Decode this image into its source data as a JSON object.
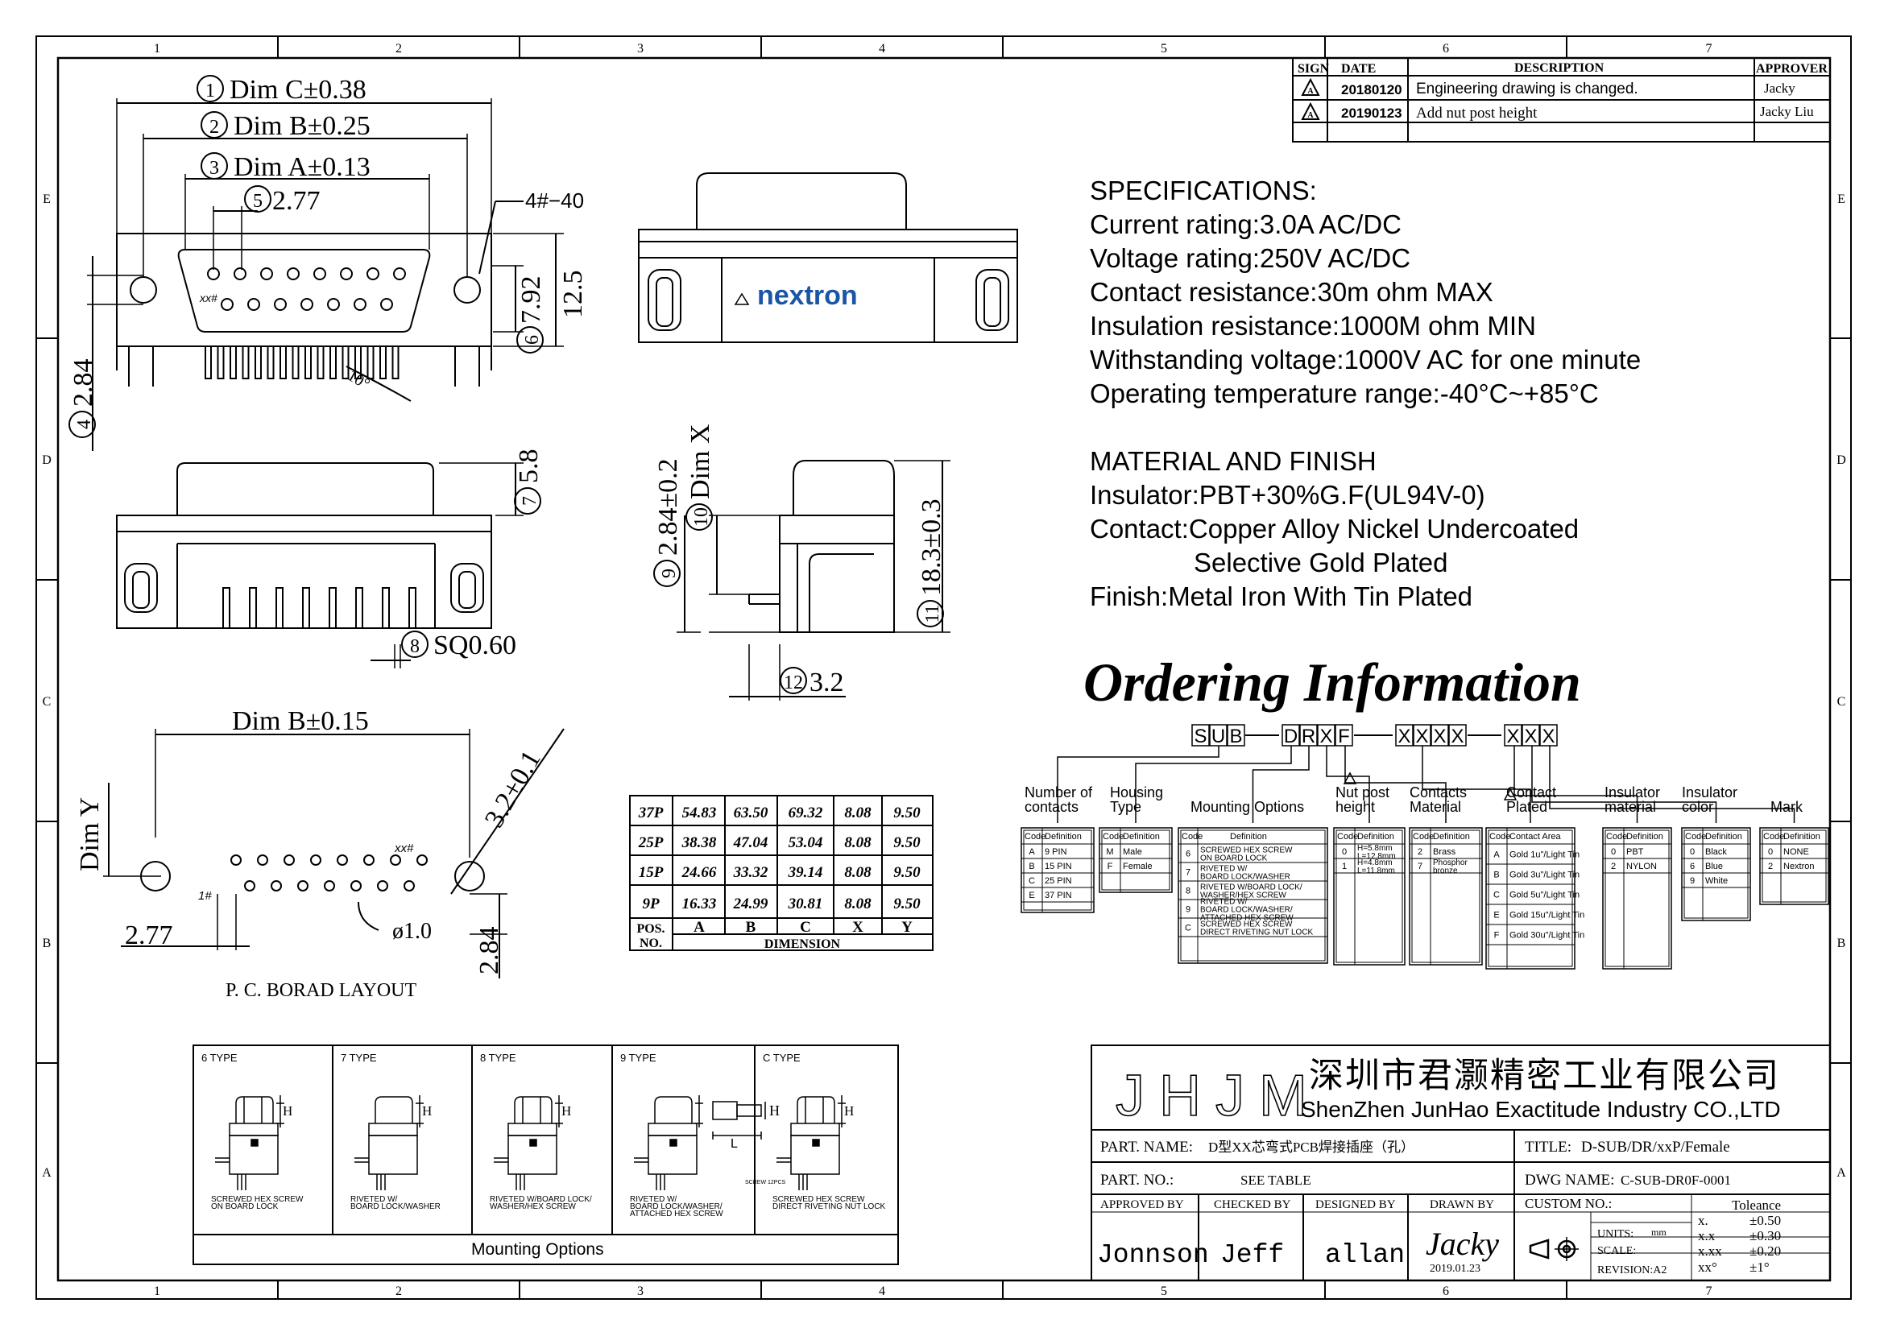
{
  "frame": {
    "columns": [
      "1",
      "2",
      "3",
      "4",
      "5",
      "6",
      "7"
    ],
    "rows": [
      "E",
      "D",
      "C",
      "B",
      "A"
    ]
  },
  "revision_table": {
    "headers": [
      "SIGN",
      "DATE",
      "DESCRIPTION",
      "APPROVER"
    ],
    "rows": [
      {
        "sign": "A",
        "date": "20180120",
        "description": "Engineering drawing  is changed.",
        "approver": "Jacky"
      },
      {
        "sign": "A",
        "date": "20190123",
        "description": "Add nut post height",
        "approver": "Jacky Liu"
      }
    ]
  },
  "specifications": {
    "title": "SPECIFICATIONS:",
    "lines": [
      "Current rating:3.0A AC/DC",
      "Voltage rating:250V AC/DC",
      "Contact resistance:30m ohm MAX",
      "Insulation resistance:1000M ohm MIN",
      "Withstanding voltage:1000V AC for one minute",
      "Operating temperature range:-40°C~+85°C"
    ]
  },
  "material": {
    "title": "MATERIAL AND FINISH",
    "lines": [
      "Insulator:PBT+30%G.F(UL94V-0)",
      "Contact:Copper Alloy Nickel Undercoated",
      "Selective Gold Plated",
      "Finish:Metal Iron With Tin Plated"
    ]
  },
  "top_view": {
    "dim_c": "Dim C±0.38",
    "dim_c_num": "1",
    "dim_b": "Dim B±0.25",
    "dim_b_num": "2",
    "dim_a": "Dim A±0.13",
    "dim_a_num": "3",
    "pitch": "2.77",
    "pitch_num": "5",
    "screw": "4#−40",
    "height": "7.92",
    "height_num": "6",
    "total": "12.5",
    "side": "2.84",
    "side_num": "4",
    "angle": "10°",
    "pin_label": "xx#"
  },
  "front_view": {
    "brand": "nextron"
  },
  "bottom_view": {
    "h": "5.8",
    "h_num": "7",
    "sq": "SQ0.60",
    "sq_num": "8"
  },
  "side_view": {
    "v1": "2.84±0.2",
    "v1_num": "9",
    "v2": "Dim X",
    "v2_num": "10",
    "v3": "18.3±0.3",
    "v3_num": "11",
    "v4": "3.2",
    "v4_num": "12"
  },
  "pcb_layout": {
    "dim_b": "Dim B±0.15",
    "dim_y": "Dim Y",
    "hole": "3.2±0.1",
    "pitch": "2.77",
    "pin": "ø1.0",
    "offset": "2.84",
    "pin_first": "1#",
    "pin_last": "xx#",
    "caption": "P. C. BORAD  LAYOUT"
  },
  "dimension_table": {
    "rows": [
      [
        "37P",
        "54.83",
        "63.50",
        "69.32",
        "8.08",
        "9.50"
      ],
      [
        "25P",
        "38.38",
        "47.04",
        "53.04",
        "8.08",
        "9.50"
      ],
      [
        "15P",
        "24.66",
        "33.32",
        "39.14",
        "8.08",
        "9.50"
      ],
      [
        "9P",
        "16.33",
        "24.99",
        "30.81",
        "8.08",
        "9.50"
      ]
    ],
    "pos": "POS.",
    "no": "NO.",
    "cols": [
      "A",
      "B",
      "C",
      "X",
      "Y"
    ],
    "footer": "DIMENSION"
  },
  "ordering": {
    "title": "Ordering Information",
    "code_chars": [
      "S",
      "U",
      "B",
      "D",
      "R",
      "X",
      "F",
      "X",
      "X",
      "X",
      "X",
      "X",
      "X",
      "X"
    ],
    "groups": [
      {
        "label": "Number of\ncontacts",
        "rows": [
          [
            "A",
            "9 PIN"
          ],
          [
            "B",
            "15 PIN"
          ],
          [
            "C",
            "25 PIN"
          ],
          [
            "E",
            "37 PIN"
          ]
        ]
      },
      {
        "label": "Housing\nType",
        "rows": [
          [
            "M",
            "Male"
          ],
          [
            "F",
            "Female"
          ]
        ]
      },
      {
        "label": "Mounting Options",
        "rows": [
          [
            "6",
            "SCREWED HEX SCREW\nON BOARD LOCK"
          ],
          [
            "7",
            "RIVETED W/\nBOARD LOCK/WASHER"
          ],
          [
            "8",
            "RIVETED W/BOARD LOCK/\nWASHER/HEX SCREW"
          ],
          [
            "9",
            "RIVETED W/\nBOARD LOCK/WASHER/\nATTACHED HEX SCREW"
          ],
          [
            "C",
            "SCREWED HEX SCREW\nDIRECT RIVETING NUT LOCK"
          ]
        ]
      },
      {
        "label": "Nut post\nheight",
        "rows": [
          [
            "0",
            "H=5.8mm\nL=12.8mm"
          ],
          [
            "1",
            "H=4.8mm\nL=11.8mm"
          ]
        ]
      },
      {
        "label": "Contacts\nMaterial",
        "rows": [
          [
            "2",
            "Brass"
          ],
          [
            "7",
            "Phosphor\nbronze"
          ]
        ]
      },
      {
        "label": "Contact\nPlated",
        "rows": [
          [
            "A",
            "Gold 1u\"/Light Tin"
          ],
          [
            "B",
            "Gold 3u\"/Light Tin"
          ],
          [
            "C",
            "Gold 5u\"/Light Tin"
          ],
          [
            "E",
            "Gold 15u\"/Light Tin"
          ],
          [
            "F",
            "Gold 30u\"/Light Tin"
          ]
        ]
      },
      {
        "label": "Insulator\nmaterial",
        "rows": [
          [
            "0",
            "PBT"
          ],
          [
            "2",
            "NYLON"
          ]
        ]
      },
      {
        "label": "Insulator\ncolor",
        "rows": [
          [
            "0",
            "Black"
          ],
          [
            "6",
            "Blue"
          ],
          [
            "9",
            "White"
          ]
        ]
      },
      {
        "label": "Mark",
        "rows": [
          [
            "0",
            "NONE"
          ],
          [
            "2",
            "Nextron"
          ]
        ]
      }
    ],
    "code_hdr": "Code",
    "def_hdr": "Definition",
    "area_hdr": "Contact Area"
  },
  "mounting_options": {
    "title": "Mounting Options",
    "types": [
      {
        "name": "6  TYPE",
        "desc": "SCREWED HEX SCREW\nON BOARD LOCK"
      },
      {
        "name": "7  TYPE",
        "desc": "RIVETED W/\nBOARD LOCK/WASHER"
      },
      {
        "name": "8  TYPE",
        "desc": "RIVETED W/BOARD LOCK/\nWASHER/HEX SCREW"
      },
      {
        "name": "9  TYPE",
        "desc": "RIVETED W/\nBOARD LOCK/WASHER/\nATTACHED HEX SCREW"
      },
      {
        "name": "C  TYPE",
        "desc": "SCREWED HEX SCREW\nDIRECT RIVETING NUT LOCK"
      }
    ],
    "h": "H",
    "l": "L",
    "screw_note": "SCREW 12PCS"
  },
  "title_block": {
    "logo": "JHJM",
    "company_cn": "深圳市君灏精密工业有限公司",
    "company_en": "ShenZhen JunHao Exactitude Industry CO.,LTD",
    "part_name_label": "PART. NAME:",
    "part_name": "D型XX芯弯式PCB焊接插座（孔）",
    "title_label": "TITLE:",
    "title": "D-SUB/DR/xxP/Female",
    "part_no_label": "PART. NO.:",
    "part_no": "SEE TABLE",
    "dwg_label": "DWG NAME:",
    "dwg": "C-SUB-DR0F-0001",
    "approved_label": "APPROVED BY",
    "approved": "Jonnson",
    "checked_label": "CHECKED BY",
    "checked": "Jeff",
    "designed_label": "DESIGNED BY",
    "designed": "allan",
    "drawn_label": "DRAWN BY",
    "drawn": "Jacky",
    "drawn_date": "2019.01.23",
    "custom_label": "CUSTOM NO.:",
    "units_label": "UNITS:",
    "units": "mm",
    "scale_label": "SCALE:",
    "revision_label": "REVISION:A2",
    "tolerance_label": "Toleance",
    "tolerances": [
      [
        "x.",
        "±0.50"
      ],
      [
        "x.x",
        "±0.30"
      ],
      [
        "x.xx",
        "±0.20"
      ],
      [
        "xx°",
        "±1°"
      ]
    ]
  },
  "colors": {
    "brand": "#1a55a6",
    "line": "#000000"
  }
}
